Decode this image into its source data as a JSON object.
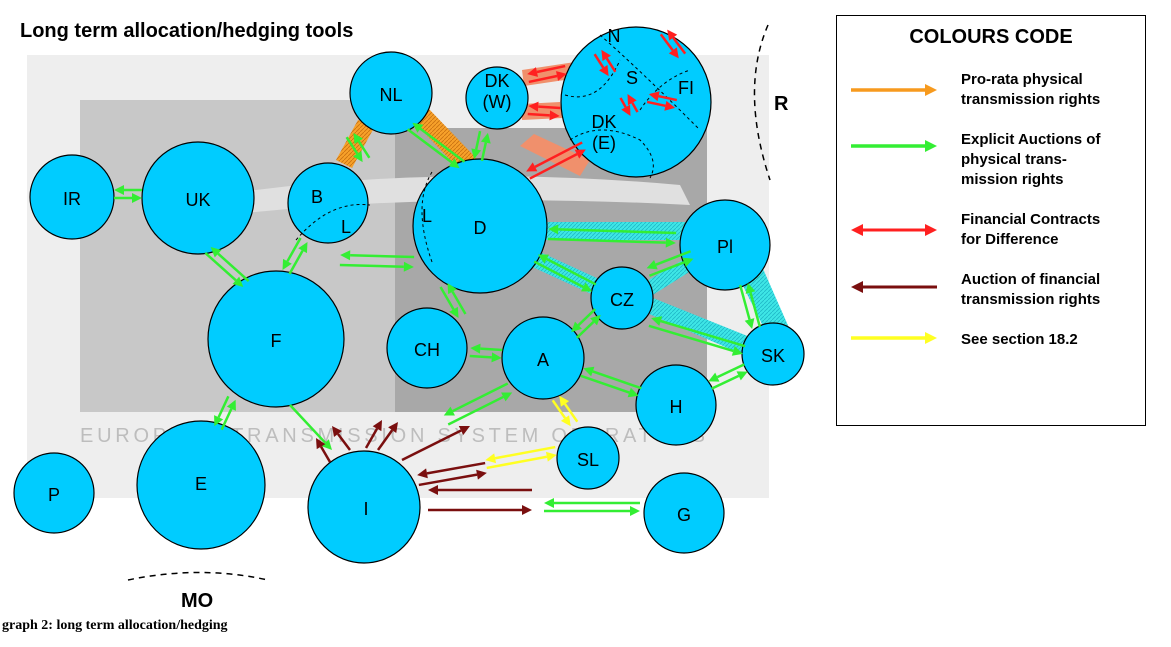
{
  "title": "Long term allocation/hedging tools",
  "caption": "graph 2: long term allocation/hedging",
  "watermark": "EUROPEAN TRANSMISSION SYSTEM OPERATORS",
  "legend": {
    "title": "COLOURS CODE",
    "items": [
      {
        "label": "Pro-rata physical\ntransmission rights",
        "color": "#f79a1e"
      },
      {
        "label": "Explicit Auctions of\nphysical trans-\nmission rights",
        "color": "#33ee33"
      },
      {
        "label": "Financial  Contracts\nfor Difference",
        "color": "#ff2020"
      },
      {
        "label": "Auction of financial\ntransmission rights",
        "color": "#7a0f0f"
      },
      {
        "label": "See section 18.2",
        "color": "#ffff22"
      }
    ]
  },
  "nodes": {
    "IR": "IR",
    "UK": "UK",
    "NL": "NL",
    "DKW": "DK\n(W)",
    "N": "N",
    "S": "S",
    "FI": "FI",
    "DKE": "DK\n(E)",
    "B": "B",
    "L_B": "L",
    "D": "D",
    "L_D": "L",
    "PL": "Pl",
    "CZ": "CZ",
    "SK": "SK",
    "F": "F",
    "CH": "CH",
    "A": "A",
    "H": "H",
    "SL": "SL",
    "I": "I",
    "G": "G",
    "E": "E",
    "P": "P"
  },
  "region_labels": {
    "R": "R",
    "MO": "MO"
  },
  "colors": {
    "node": "#00ccff",
    "green": "#33ee33",
    "orange": "#f79a1e",
    "red": "#ff2020",
    "maroon": "#7a0f0f",
    "yellow": "#ffff22",
    "cyan_band": "#33e0e0",
    "salmon": "#f08a6a"
  }
}
